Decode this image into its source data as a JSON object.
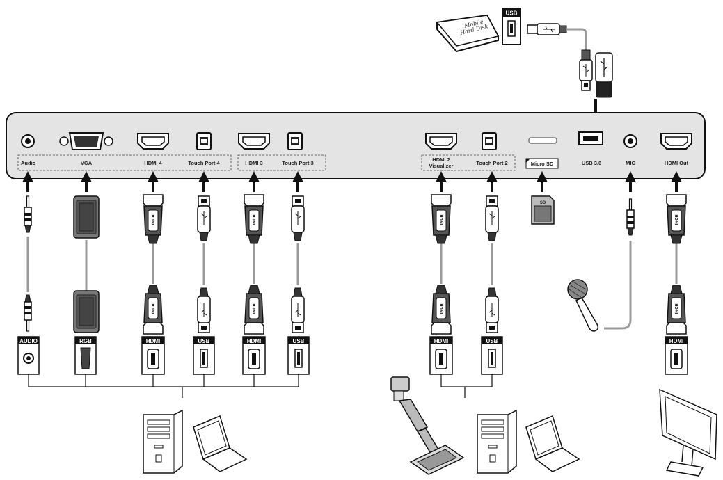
{
  "ports": {
    "audio": "Audio",
    "vga": "VGA",
    "hdmi4": "HDMI 4",
    "touch4": "Touch Port 4",
    "hdmi3": "HDMI 3",
    "touch3": "Touch Port 3",
    "hdmi2_line1": "HDMI 2",
    "hdmi2_line2": "Visualizer",
    "touch2": "Touch Port 2",
    "microsd": "Micro SD",
    "usb30": "USB 3.0",
    "mic": "MIC",
    "hdmi_out": "HDMI Out"
  },
  "source_tags": {
    "audio": "AUDIO",
    "rgb": "RGB",
    "hdmi_a": "HDMI",
    "usb_a": "USB",
    "hdmi_b": "HDMI",
    "usb_b": "USB",
    "hdmi_c": "HDMI",
    "usb_c": "USB",
    "hdmi_out": "HDMI"
  },
  "top": {
    "usb_tag": "USB",
    "hdd_line1": "Mobile",
    "hdd_line2": "Hard Disk"
  },
  "plug_texts": {
    "hdmi": "HDMI",
    "sd": "SD"
  },
  "colors": {
    "line": "#222222",
    "panel": "#e4e4e4",
    "cable": "#9a9a9a",
    "tag": "#111111"
  }
}
